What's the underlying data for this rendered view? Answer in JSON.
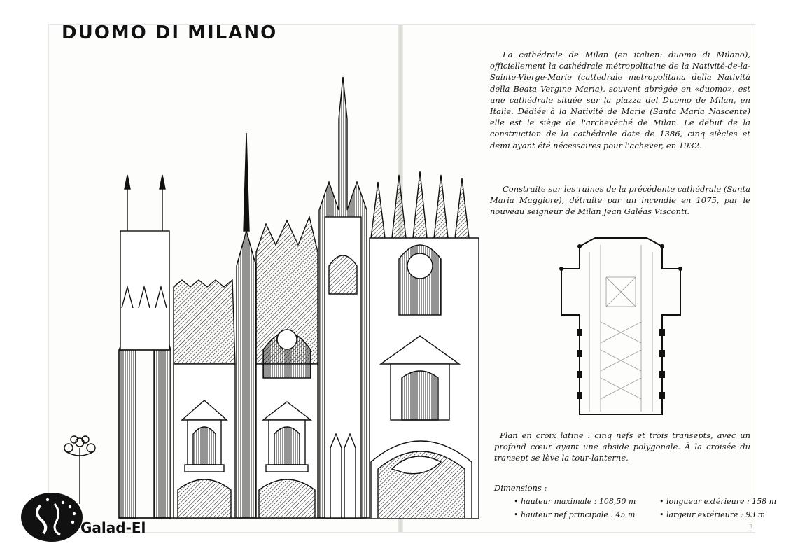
{
  "title": "DUOMO DI MILANO",
  "paragraphs": [
    "La cathédrale de Milan (en italien: duomo di Milano), officiellement la cathédrale métropolitaine de la Nativité-de-la-Sainte-Vierge-Marie (cattedrale metropolitana della Natività della Beata Vergine Maria), souvent abrégée en «duomo», est une cathédrale située sur la piazza del Duomo de Milan, en Italie. Dédiée à la Nativité de Marie (Santa Maria Nascente) elle est le siège de l'archevêché de Milan. Le début de la construction de la cathédrale date de 1386, cinq siècles et demi ayant été nécessaires pour l'achever, en 1932.",
    "Construite sur les ruines de la précédente cathédrale (Santa Maria Maggiore), détruite par un incendie en 1075, par le nouveau seigneur de Milan Jean Galéas Visconti."
  ],
  "plan_caption": "Plan en croix latine : cinq nefs et trois transepts, avec un profond cœur ayant une abside polygonale. À la croisée du transept se lève la tour-lanterne.",
  "dimensions": {
    "title": "Dimensions :",
    "items": [
      "• hauteur maximale : 108,50 m",
      "• hauteur nef principale : 45 m",
      "• longueur extérieure : 158 m",
      "• largeur extérieure : 93 m"
    ]
  },
  "brand": "Galad-El",
  "page_number": "3",
  "icons": [
    "duomo-facade-drawing",
    "cathedral-floor-plan",
    "street-lamp-drawing",
    "galad-el-logo-icon"
  ]
}
